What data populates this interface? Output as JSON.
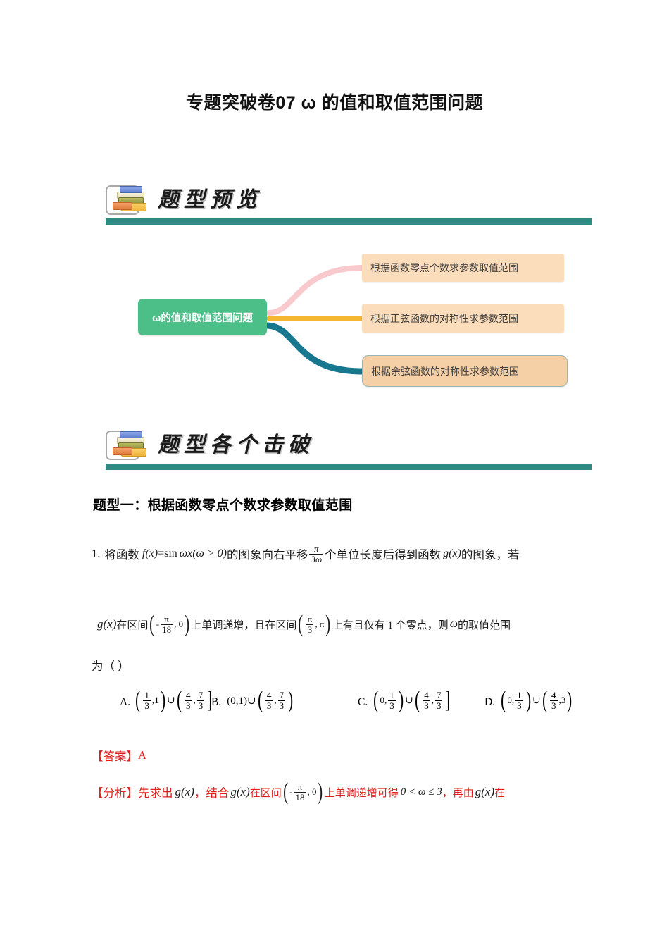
{
  "document": {
    "title": "专题突破卷07  ω 的值和取值范围问题"
  },
  "sections": [
    {
      "heading": "题型预览",
      "icon": "books-icon",
      "bar_color": "#2f8a84"
    },
    {
      "heading": "题型各个击破",
      "icon": "books-icon",
      "bar_color": "#2f8a84"
    }
  ],
  "mindmap": {
    "root": {
      "label": "ω的值和取值范围问题",
      "color": "#4cbf89",
      "text_color": "#ffffff"
    },
    "branches": [
      {
        "label": "根据函数零点个数求参数取值范围",
        "color": "#fbddbb",
        "connector_color": "#f8c9cd"
      },
      {
        "label": "根据正弦函数的对称性求参数范围",
        "color": "#fbddbb",
        "connector_color": "#f5b731"
      },
      {
        "label": "根据余弦函数的对称性求参数范围",
        "color": "#f5cfa6",
        "connector_color": "#17778f",
        "border_color": "#9ab7b5"
      }
    ]
  },
  "content": {
    "question_type_heading": "题型一：根据函数零点个数求参数取值范围",
    "question": {
      "number": "1.",
      "line1_a": "将函数",
      "line1_f": "f",
      "line1_fargs": "(x)",
      "line1_eq": "=sin",
      "line1_omega": "ωx",
      "line1_cond": "(ω > 0)",
      "line1_b": "的图象向右平移",
      "frac1_num": "π",
      "frac1_den": "3ω",
      "line1_c": "个单位长度后得到函数",
      "line1_g": "g",
      "line1_gargs": "(x)",
      "line1_d": "的图象，若",
      "line2_g": "g",
      "line2_gargs": "(x)",
      "line2_a": "在区间",
      "interval1_left": "-",
      "interval1_num": "π",
      "interval1_den": "18",
      "interval1_right": ", 0",
      "line2_b": "上单调递增，且在区间",
      "interval2_num": "π",
      "interval2_den": "3",
      "interval2_right": ", π",
      "line2_c": "上有且仅有 1 个零点，则",
      "line2_omega": "ω",
      "line2_d": "的取值范围",
      "line3": "为（    ）"
    },
    "options": [
      {
        "label": "A.",
        "parts": [
          {
            "open": "(",
            "close": ")",
            "num1": "1",
            "den1": "3",
            "second": ",1"
          },
          {
            "union": "∪"
          },
          {
            "open": "(",
            "close": "]",
            "num1": "4",
            "den1": "3",
            "num2": "7",
            "den2": "3"
          }
        ],
        "text": "(1/3,1)∪(4/3,7/3]"
      },
      {
        "label": "B.",
        "plain": "(0,1)∪",
        "parts": [
          {
            "open": "(",
            "close": ")",
            "num1": "4",
            "den1": "3",
            "num2": "7",
            "den2": "3"
          }
        ],
        "text": "(0,1)∪(4/3,7/3)"
      },
      {
        "label": "C.",
        "parts": [
          {
            "open": "(",
            "close": ")",
            "first": "0,",
            "num1": "1",
            "den1": "3"
          },
          {
            "union": "∪"
          },
          {
            "open": "(",
            "close": "]",
            "num1": "4",
            "den1": "3",
            "num2": "7",
            "den2": "3"
          }
        ],
        "text": "(0,1/3)∪(4/3,7/3]"
      },
      {
        "label": "D.",
        "parts": [
          {
            "open": "(",
            "close": ")",
            "first": "0,",
            "num1": "1",
            "den1": "3"
          },
          {
            "union": "∪"
          },
          {
            "open": "(",
            "close": ")",
            "num1": "4",
            "den1": "3",
            "second": ",3"
          }
        ],
        "text": "(0,1/3)∪(4/3,3)"
      }
    ],
    "answer": {
      "label": "【答案】",
      "value": "A"
    },
    "analysis": {
      "label": "【分析】",
      "t1": "先求出",
      "g1": "g",
      "g1args": "(x)",
      "t2": "，结合",
      "g2": "g",
      "g2args": "(x)",
      "t3": "在区间",
      "iv_left": "-",
      "iv_num": "π",
      "iv_den": "18",
      "iv_right": ", 0",
      "t4": "上单调递增可得",
      "ineq": "0 < ω ≤ 3",
      "t5": "，再由",
      "g3": "g",
      "g3args": "(x)",
      "t6": "在"
    }
  }
}
